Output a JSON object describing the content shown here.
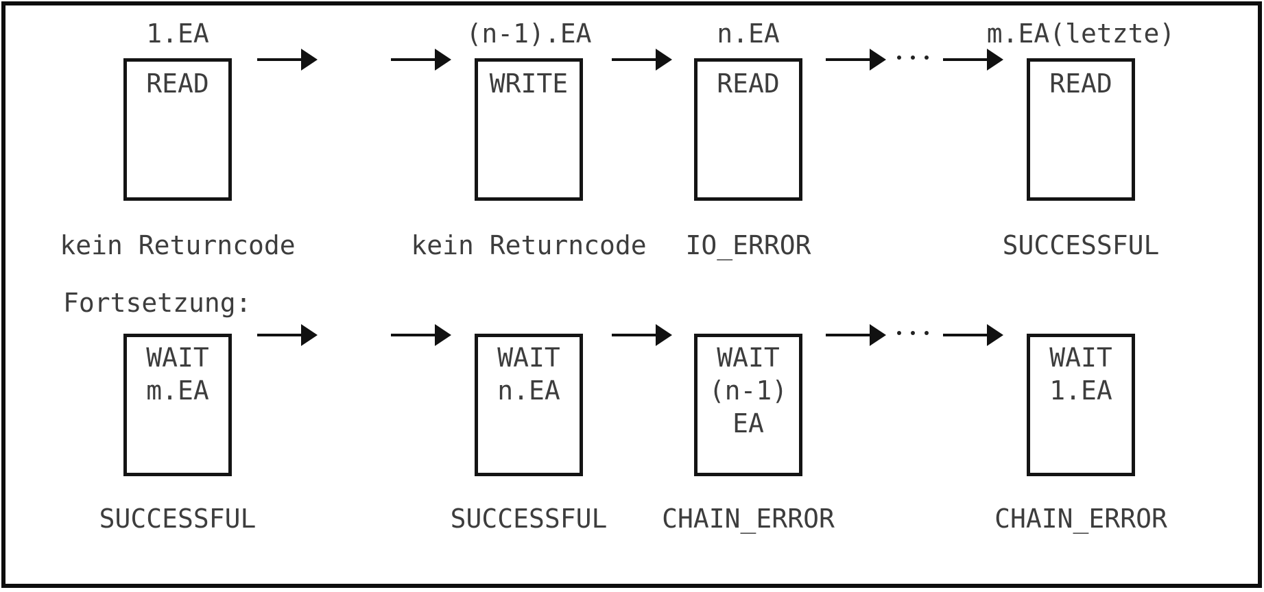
{
  "colors": {
    "background": "#ffffff",
    "line": "#111111",
    "text": "#3d3d3d"
  },
  "icons": {
    "connector": "right-arrow",
    "omission": "horizontal-ellipsis-dots"
  },
  "row1": {
    "boxes": [
      {
        "label": "1.EA",
        "op": "READ",
        "result": "kein Returncode"
      },
      {
        "label": "(n-1).EA",
        "op": "WRITE",
        "result": "kein Returncode"
      },
      {
        "label": "n.EA",
        "op": "READ",
        "result": "IO_ERROR"
      },
      {
        "label": "m.EA(letzte)",
        "op": "READ",
        "result": "SUCCESSFUL"
      }
    ]
  },
  "row2": {
    "heading": "Fortsetzung:",
    "boxes": [
      {
        "lines": [
          "WAIT",
          "m.EA"
        ],
        "result": "SUCCESSFUL"
      },
      {
        "lines": [
          "WAIT",
          "n.EA"
        ],
        "result": "SUCCESSFUL"
      },
      {
        "lines": [
          "WAIT",
          "(n-1)",
          "EA"
        ],
        "result": "CHAIN_ERROR"
      },
      {
        "lines": [
          "WAIT",
          "1.EA"
        ],
        "result": "CHAIN_ERROR"
      }
    ]
  }
}
